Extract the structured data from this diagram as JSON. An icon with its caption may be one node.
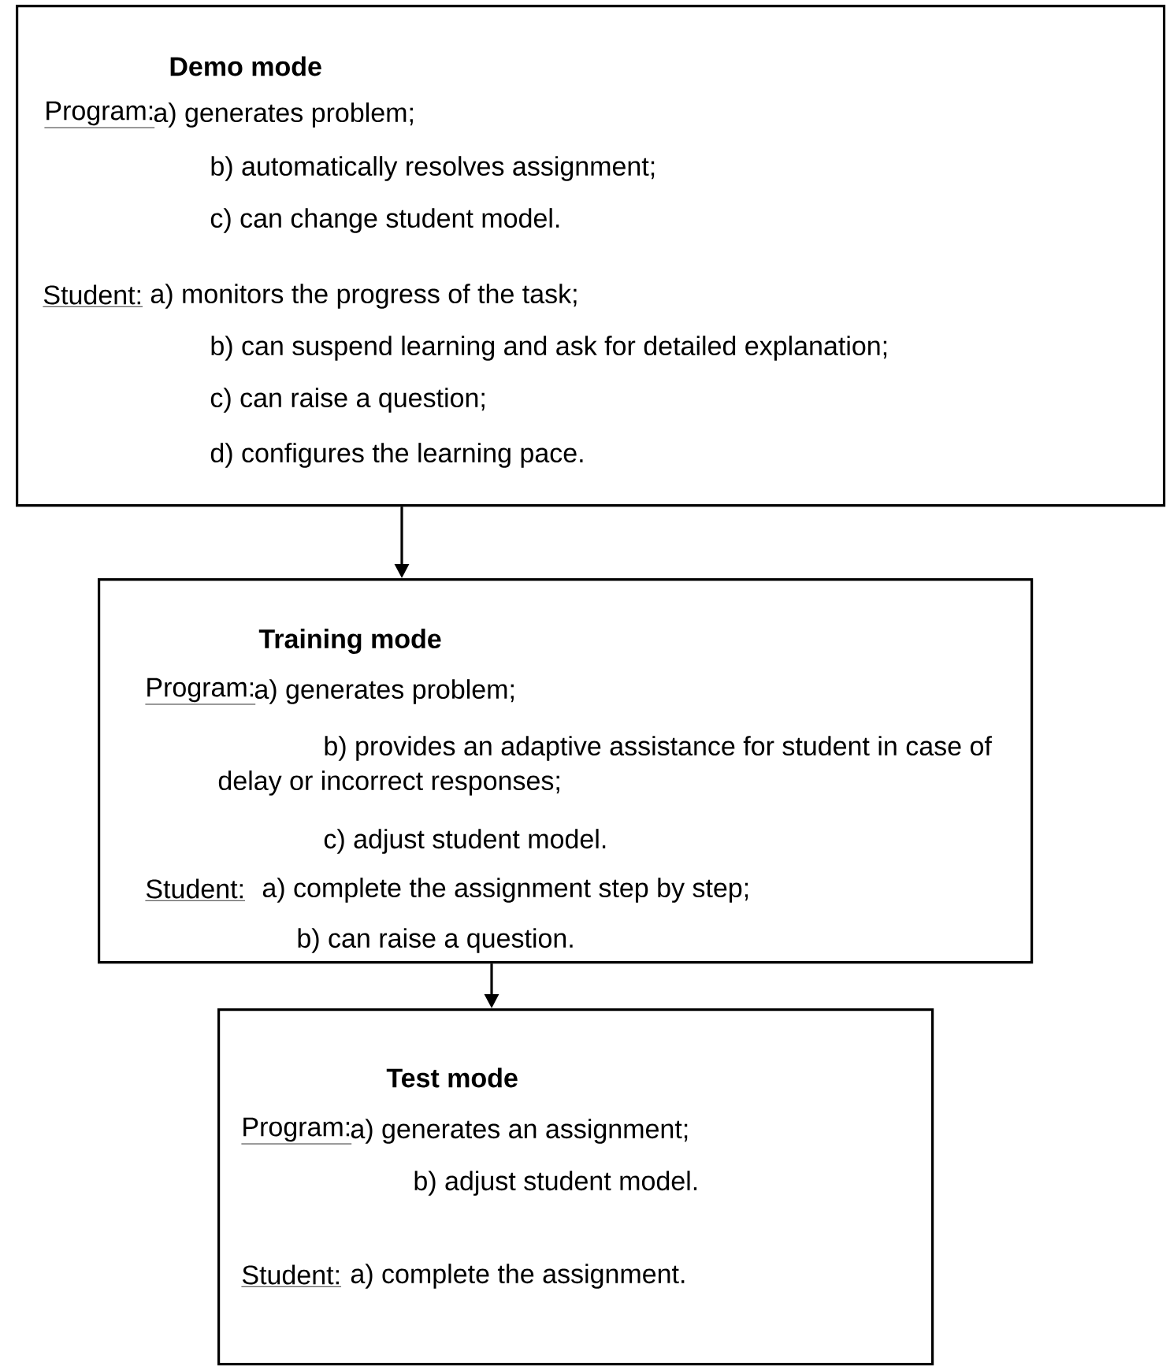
{
  "diagram": {
    "nodes": [
      {
        "text": [
          "Demo mode",
          "Program:",
          "a) generates problem;",
          "b) automatically resolves assignment;",
          "c) can change student model.",
          "Student:",
          "a) monitors the progress of the task;",
          "b) can suspend learning and ask for detailed explanation;",
          "c) can raise a question;",
          "d) configures the learning pace."
        ]
      },
      {
        "text": [
          "Training mode",
          "Program:",
          "a) generates problem;",
          "b) provides an adaptive assistance for student in case of delay or incorrect responses;",
          "c) adjust student model.",
          "Student:",
          "a) complete the assignment step by step;",
          "b) can raise a question."
        ]
      },
      {
        "text": [
          "Test mode",
          "Program:",
          "a) generates an assignment;",
          "b) adjust student model.",
          "Student:",
          "a) complete the assignment."
        ]
      }
    ],
    "edges": [
      {
        "from": 0,
        "to": 1,
        "arrow": "to"
      },
      {
        "from": 1,
        "to": 2,
        "arrow": "to"
      }
    ]
  }
}
